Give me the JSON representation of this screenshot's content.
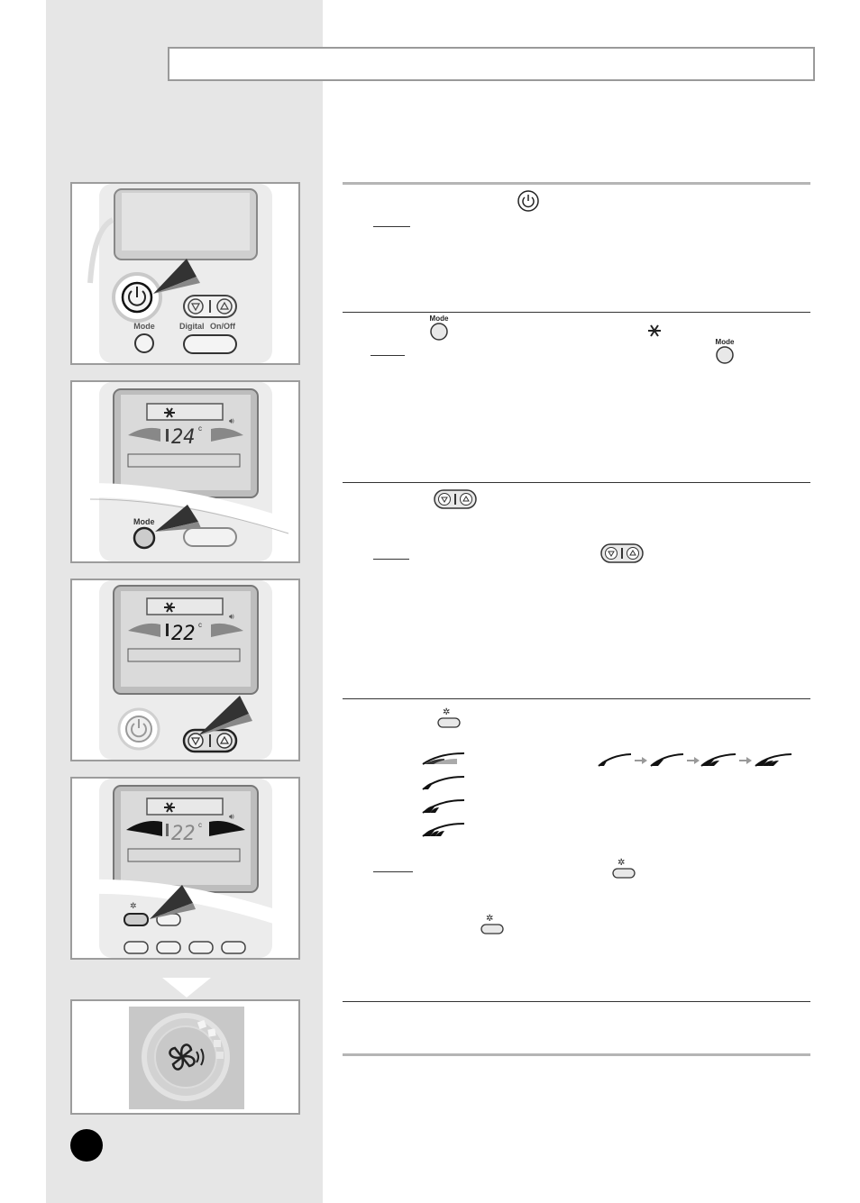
{
  "remote": {
    "mode_label": "Mode",
    "digital_label": "Digital",
    "onoff_label": "On/Off",
    "temp_unit": "c",
    "step2_temp": "24",
    "step3_temp": "22",
    "step4_temp": "22"
  },
  "inline_icons": {
    "mode_label_1": "Mode",
    "mode_label_2": "Mode"
  },
  "icons": {
    "power": "power-icon",
    "mode": "mode-button-icon",
    "fan": "fan-mode-icon",
    "temp": "temperature-adjust-icon",
    "fanspeed": "fan-speed-icon"
  },
  "colors": {
    "sidebar": "#e6e6e6",
    "frame": "#9c9c9c",
    "display": "#d9d9d9",
    "page_marker": "#000000"
  }
}
